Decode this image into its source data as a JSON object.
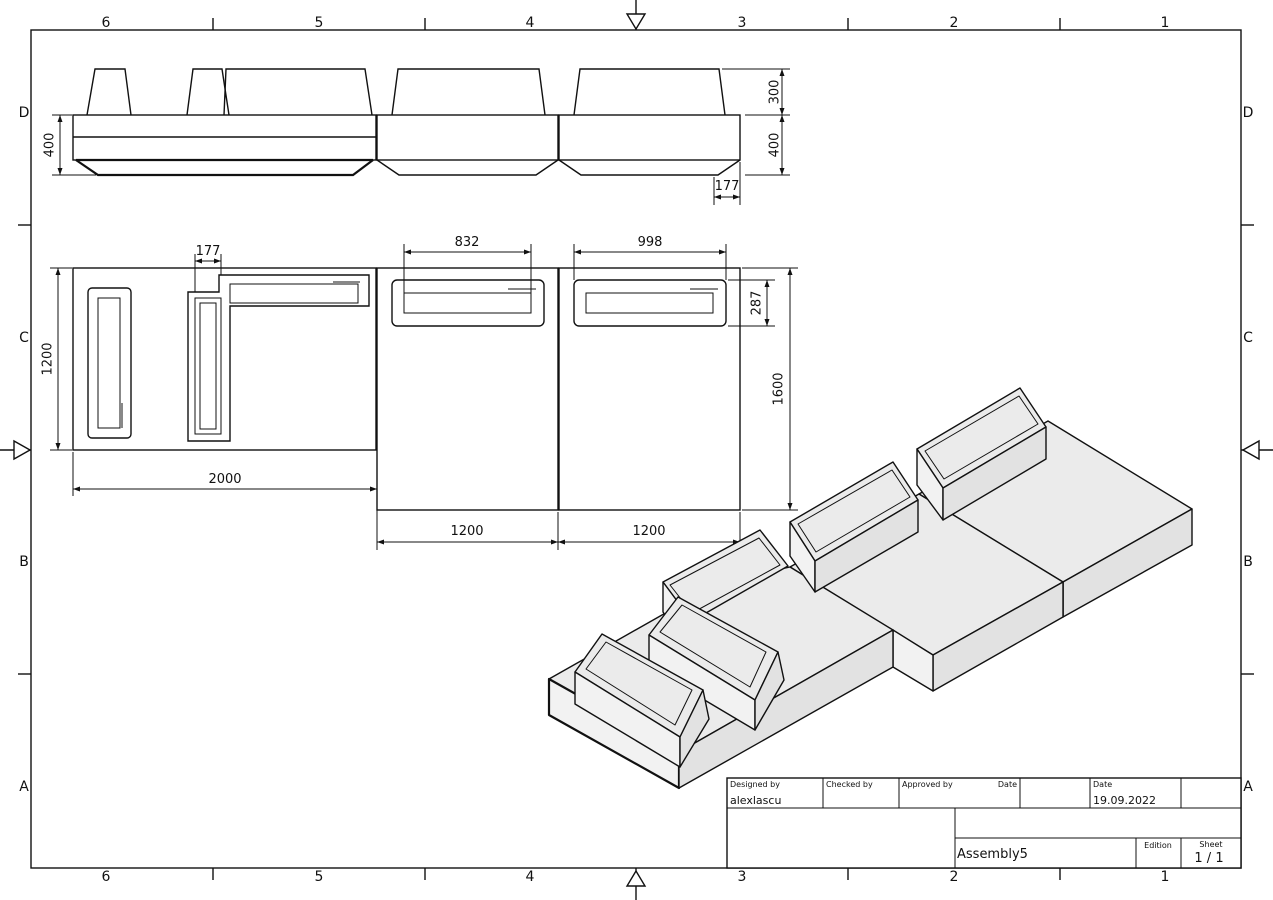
{
  "drawing": {
    "zone_columns": [
      "6",
      "5",
      "4",
      "3",
      "2",
      "1"
    ],
    "zone_rows": [
      "D",
      "C",
      "B",
      "A"
    ],
    "dimensions": {
      "front_backrest_height": "300",
      "front_seat_height_right": "400",
      "front_seat_height_left": "400",
      "front_depth_offset": "177",
      "top_cushion_offset": "177",
      "top_cushion_width_mid": "832",
      "top_cushion_width_right": "998",
      "top_cushion_depth": "287",
      "top_depth_left": "1200",
      "top_depth_right": "1600",
      "top_width_left": "2000",
      "top_width_mid": "1200",
      "top_width_right": "1200"
    }
  },
  "title_block": {
    "designed_by_label": "Designed by",
    "designed_by_value": "alexlascu",
    "checked_by_label": "Checked by",
    "approved_by_label": "Approved by",
    "date_label_1": "Date",
    "date_label_2": "Date",
    "date_value": "19.09.2022",
    "title": "Assembly5",
    "edition_label": "Edition",
    "sheet_label": "Sheet",
    "sheet_value": "1 / 1"
  }
}
